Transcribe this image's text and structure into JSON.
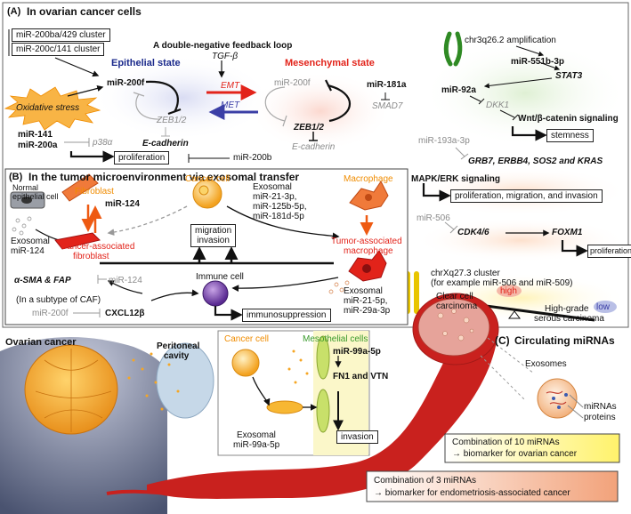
{
  "colors": {
    "red": "#e2231a",
    "orange": "#f08c00",
    "green": "#3a9a2c",
    "navy": "#1b2a8c",
    "gray": "#8a8a8a",
    "ovary": "#f6a623",
    "vessel": "#c9211e"
  },
  "panelA": {
    "label": "(A)",
    "title": "In ovarian cancer cells",
    "loop_title": "A double-negative feedback loop",
    "cluster1": "miR-200ba/429 cluster",
    "cluster2": "miR-200c/141 cluster",
    "epithelial_state": "Epithelial state",
    "mesenchymal_state": "Mesenchymal state",
    "tgfb": "TGF-β",
    "emt": "EMT",
    "met": "MET",
    "mir200f": "miR-200f",
    "mir200f_gray": "miR-200f",
    "zeb_gray": "ZEB1/2",
    "zeb_bold": "ZEB1/2",
    "ecad_bold": "E-cadherin",
    "ecad_gray": "E-cadherin",
    "oxidative": "Oxidative stress",
    "mir181a": "miR-181a",
    "smad7": "SMAD7",
    "mir141": "miR-141",
    "mir200a": "miR-200a",
    "p38a": "p38α",
    "proliferation": "proliferation",
    "mir200b": "miR-200b"
  },
  "right": {
    "chr3q": "chr3q26.2 amplification",
    "mir551": "miR-551b-3p",
    "stat3": "STAT3",
    "mir92a": "miR-92a",
    "dkk1": "DKK1",
    "wnt": "Wnt/β-catenin signaling",
    "stemness": "stemness",
    "mir193": "miR-193a-3p",
    "grb7": "GRB7, ERBB4, SOS2 and KRAS",
    "mapk": "MAPK/ERK signaling",
    "pmi": "proliferation, migration, and invasion",
    "mir506": "miR-506",
    "cdk46": "CDK4/6",
    "foxm1": "FOXM1",
    "prolif2": "proliferation",
    "chrxq_1": "chrXq27.3 cluster",
    "chrxq_2": "(for example miR-506 and miR-509)",
    "clear_cell_1": "Clear cell",
    "clear_cell_2": "carcinoma",
    "high": "high",
    "low": "low",
    "hgs_1": "High-grade",
    "hgs_2": "serous carcinoma"
  },
  "panelB": {
    "label": "(B)",
    "title": "In the tumor microenvironment via exosomal transfer",
    "normal_1": "Normal",
    "normal_2": "epithelial cell",
    "fibroblast": "Fibroblast",
    "mir124": "miR-124",
    "exo124_1": "Exosomal",
    "exo124_2": "miR-124",
    "caf_1": "Cancer-associated",
    "caf_2": "fibroblast",
    "sma": "α-SMA & FAP",
    "mir124_gray": "miR-124",
    "cancer_cell": "Cancer cell",
    "exo_cc_1": "Exosomal",
    "exo_cc_2": "miR-21-3p,",
    "exo_cc_3": "miR-125b-5p,",
    "exo_cc_4": "miR-181d-5p",
    "migration_1": "migration",
    "migration_2": "invasion",
    "macrophage": "Macrophage",
    "tam_1": "Tumor-associated",
    "tam_2": "macrophage",
    "immune": "Immune cell",
    "immunosup": "immunosuppression",
    "exo_tam_1": "Exosomal",
    "exo_tam_2": "miR-21-5p,",
    "exo_tam_3": "miR-29a-3p",
    "caf_subtype": "(In a subtype of CAF)",
    "mir200f_gray": "miR-200f",
    "cxcl12": "CXCL12β"
  },
  "bottom": {
    "ovarian_cancer": "Ovarian cancer",
    "peritoneal_1": "Peritoneal",
    "peritoneal_2": "cavity",
    "cancer_cell": "Cancer cell",
    "mesothelial": "Mesothelial cells",
    "mir99a": "miR-99a-5p",
    "fn1": "FN1 and VTN",
    "invasion": "invasion",
    "exo99_1": "Exosomal",
    "exo99_2": "miR-99a-5p",
    "panelC_label": "(C)",
    "panelC_title": "Circulating miRNAs",
    "exosomes": "Exosomes",
    "mirnas": "miRNAs",
    "proteins": "proteins",
    "combo10_1": "Combination of 10 miRNAs",
    "combo10_2": "→ biomarker for ovarian cancer",
    "combo3_1": "Combination of 3 miRNAs",
    "combo3_2": "→ biomarker for endometriosis-associated cancer"
  }
}
